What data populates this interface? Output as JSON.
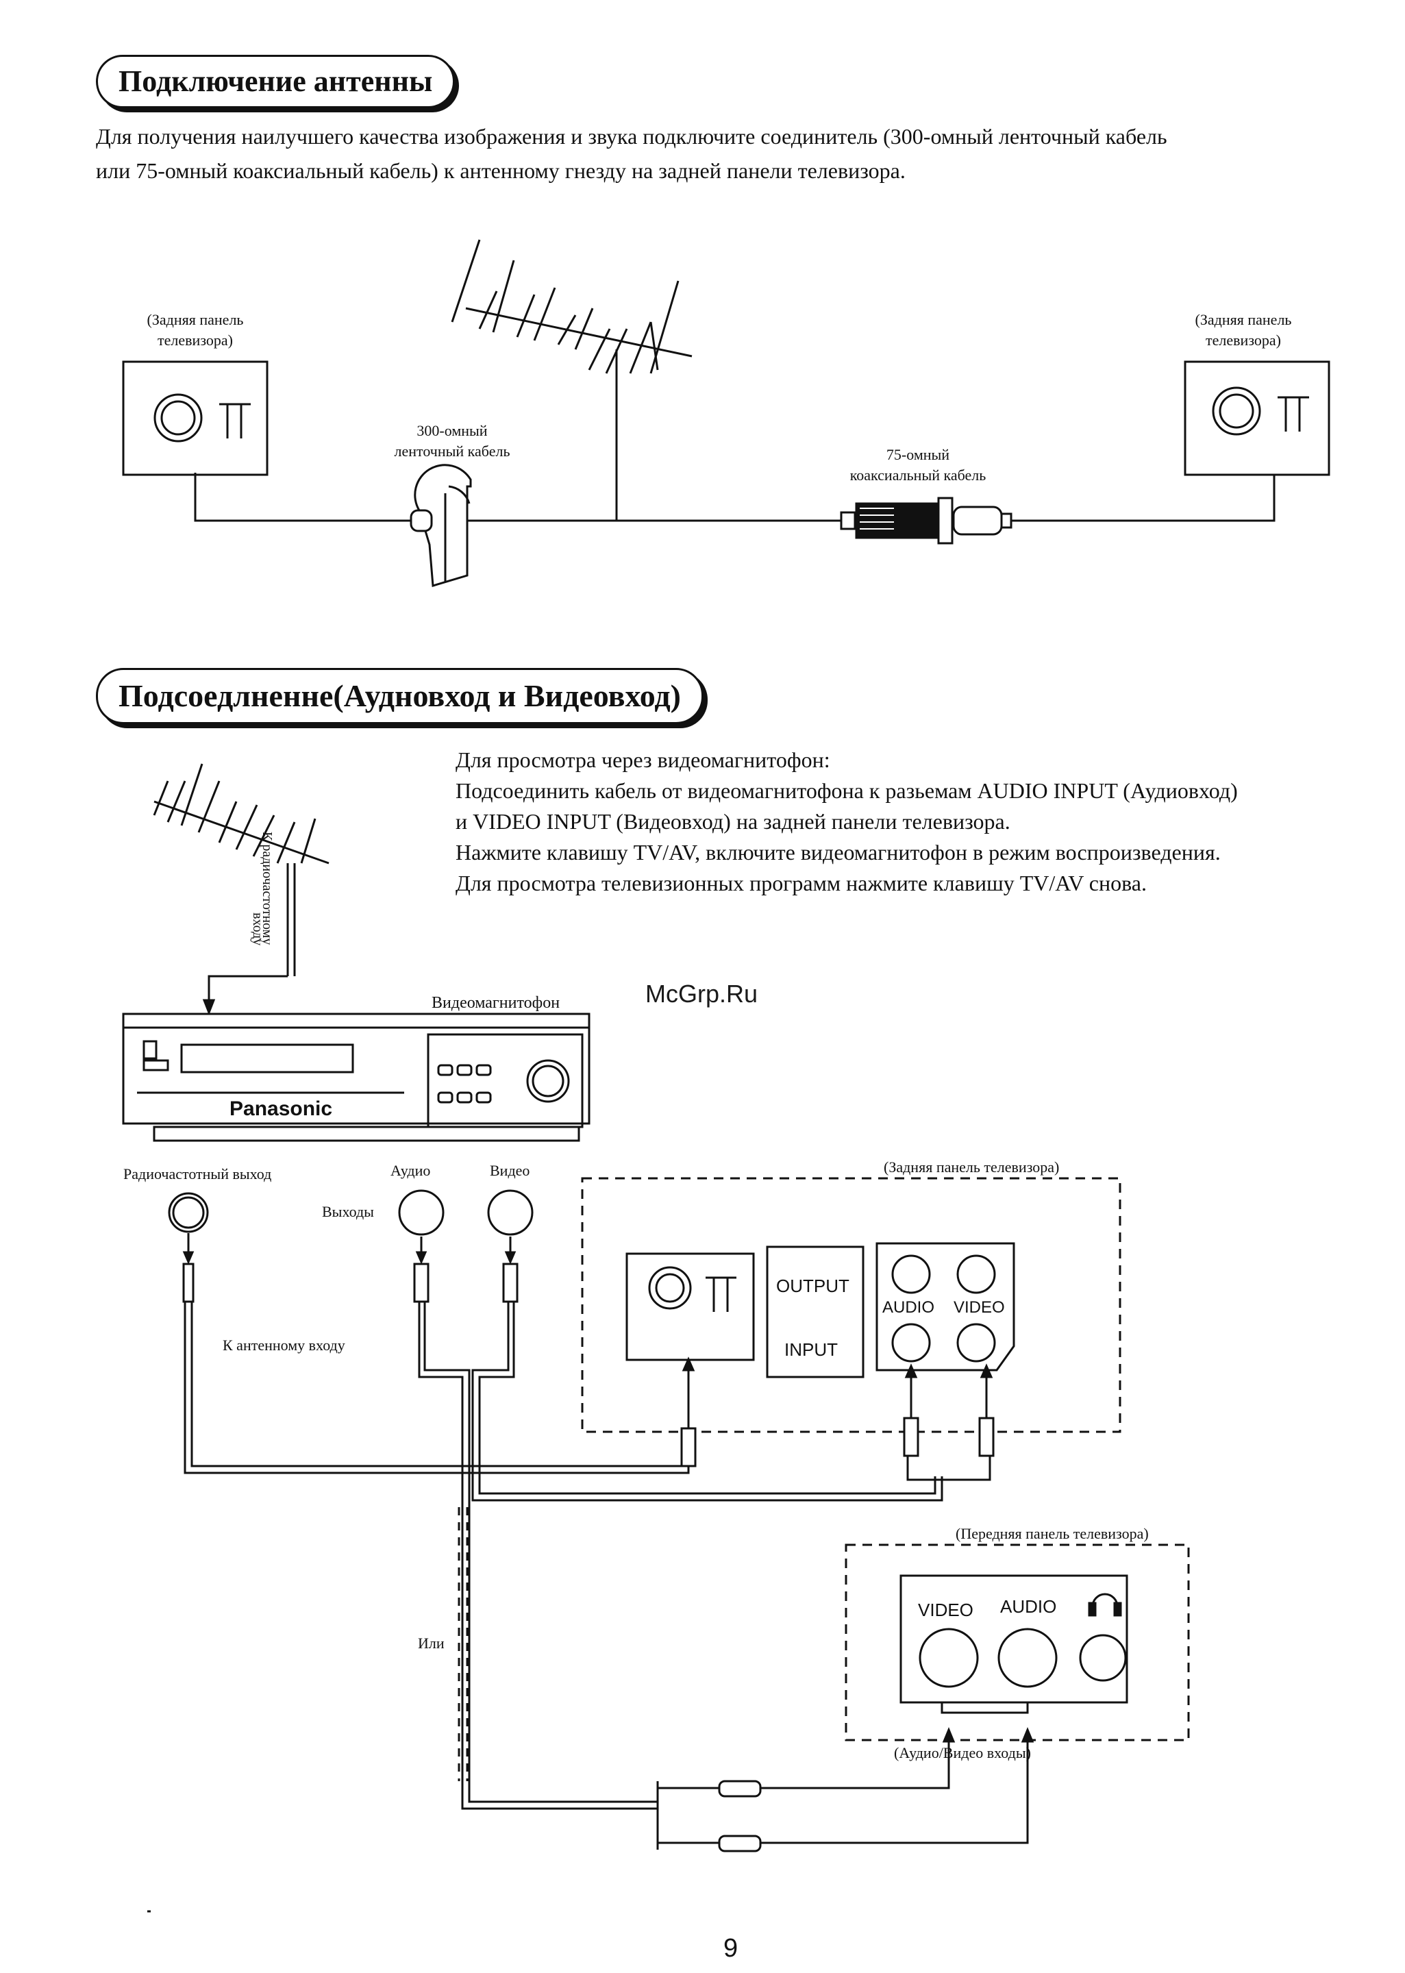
{
  "section1": {
    "heading": "Подключение антенны",
    "paragraph_line1": "Для получения наилучшего качества изображения и звука подключите соединитель (300-омный ленточный кабель",
    "paragraph_line2": "или 75-омный коаксиальный кабель) к антенному гнезду на задней панели телевизора.",
    "left_panel_label_line1": "(Задняя панель",
    "left_panel_label_line2": "телевизора)",
    "right_panel_label_line1": "(Задняя панель",
    "right_panel_label_line2": "телевизора)",
    "cable300_line1": "300-омный",
    "cable300_line2": "ленточный кабель",
    "cable75_line1": "75-омный",
    "cable75_line2": "коаксиальный кабель"
  },
  "section2": {
    "heading": "Подсоедлненне(Аудновход и Видеовход)",
    "instructions": [
      "Для просмотра через видеомагнитофон:",
      "Подсоединить кабель от видеомагнитофона к разьемам AUDIO INPUT (Аудиовход)",
      "и VIDEO INPUT (Видеовход) на задней панели телевизора.",
      "Нажмите клавишу TV/AV, включите видеомагнитофон в режим воспроизведения.",
      "Для просмотра телевизионных программ нажмите клавишу TV/AV снова."
    ],
    "antenna_label_line1": "К радиочастотному",
    "antenna_label_line2": "входу",
    "watermark": "McGrp.Ru",
    "vcr_label": "Видеомагнитофон",
    "vcr_brand": "Panasonic",
    "rf_output_label": "Радиочастотный выход",
    "audio_label": "Аудио",
    "video_label": "Видео",
    "outputs_label": "Выходы",
    "antenna_input_label": "К антенному входу",
    "tv_rear_label": "(Задняя панель телевизора)",
    "output_text": "OUTPUT",
    "input_text": "INPUT",
    "rear_audio_text": "AUDIO",
    "rear_video_text": "VIDEO",
    "or_label": "Или",
    "tv_front_label": "(Передняя панель телевизора)",
    "front_video_text": "VIDEO",
    "front_audio_text": "AUDIO",
    "av_inputs_label": "(Аудио/Видео входы)"
  },
  "page_number": "9"
}
